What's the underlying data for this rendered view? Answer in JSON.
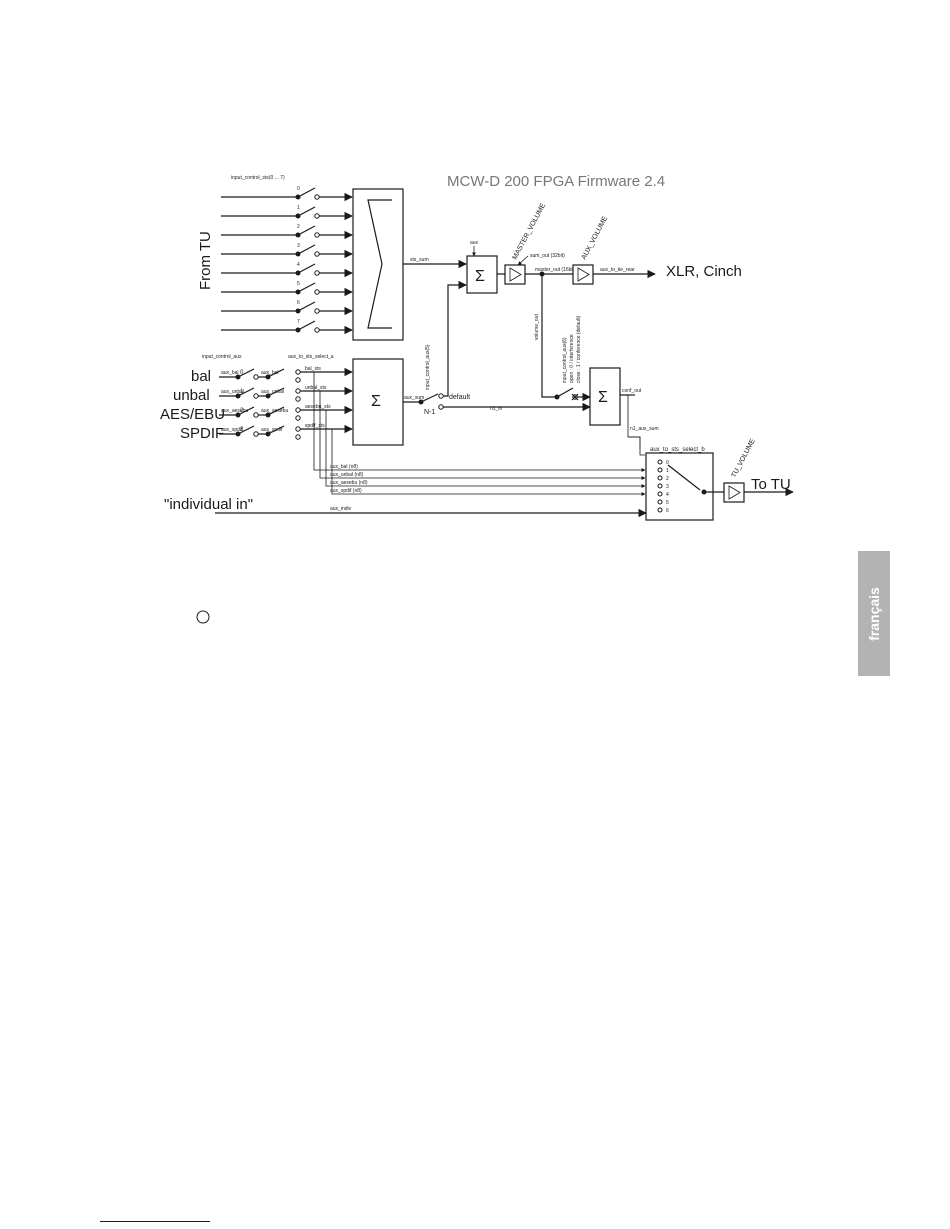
{
  "title": "MCW-D 200 FPGA Firmware 2.4",
  "side_tab": "français",
  "labels": {
    "from_tu": "From TU",
    "xlr": "XLR, Cinch",
    "to_tu": "To TU",
    "individual_in": "\"individual in\"",
    "bal": "bal",
    "unbal": "unbal",
    "aes": "AES/EBU",
    "spdif": "SPDIF"
  },
  "sts": {
    "header": "input_control_sts(0 ... 7)",
    "indices": [
      "0",
      "1",
      "2",
      "3",
      "4",
      "5",
      "6",
      "7"
    ],
    "sum_out": "sts_sum"
  },
  "aux": {
    "header": "input_control_aux",
    "select_a": "aux_to_sts_select_a",
    "inputs": [
      "aux_bal",
      "aux_unbal",
      "aux_aesebu",
      "aux_spdif"
    ],
    "indices": [
      "0",
      "1",
      "2",
      "3"
    ],
    "sel_labels": [
      "aux_bal",
      "aux_unbal",
      "aux_aesebu",
      "aux_spdif"
    ],
    "right_labels": [
      "bal_sts",
      "unbal_sts",
      "aesebu_sts",
      "spdif_sts"
    ],
    "sum_out": "aux_sum",
    "n1": "N-1",
    "default": "default",
    "control": "input_control_aux(5)",
    "n1_label": "n1_in"
  },
  "master": {
    "label": "MASTER_VOLUME",
    "sum_in": "aux",
    "gain_in": "sum_out (32bit)",
    "out": "master_out (16bit)"
  },
  "aux_vol": {
    "label": "AUX_VOLUME",
    "out": "aux_to_tie_rear"
  },
  "conf": {
    "control": "input_control_aux(6)",
    "line1": "open : 0 / interference",
    "line2": "close : 1 / conference (default)",
    "out": "conf_out",
    "vol_out": "volume_out"
  },
  "select_b": {
    "title": "aux_to_sts_select_b",
    "ports": [
      "0",
      "1",
      "2",
      "3",
      "4",
      "5",
      "6"
    ],
    "in_label": "n1_aux_sum"
  },
  "tu_volume": "TU_VOLUME",
  "bus_labels": [
    "aux_bal (n8)",
    "aux_unbal (n8)",
    "aux_aesebu (n8)",
    "aux_spdif (n8)",
    "aux_indiv"
  ],
  "circle_marker": "O"
}
